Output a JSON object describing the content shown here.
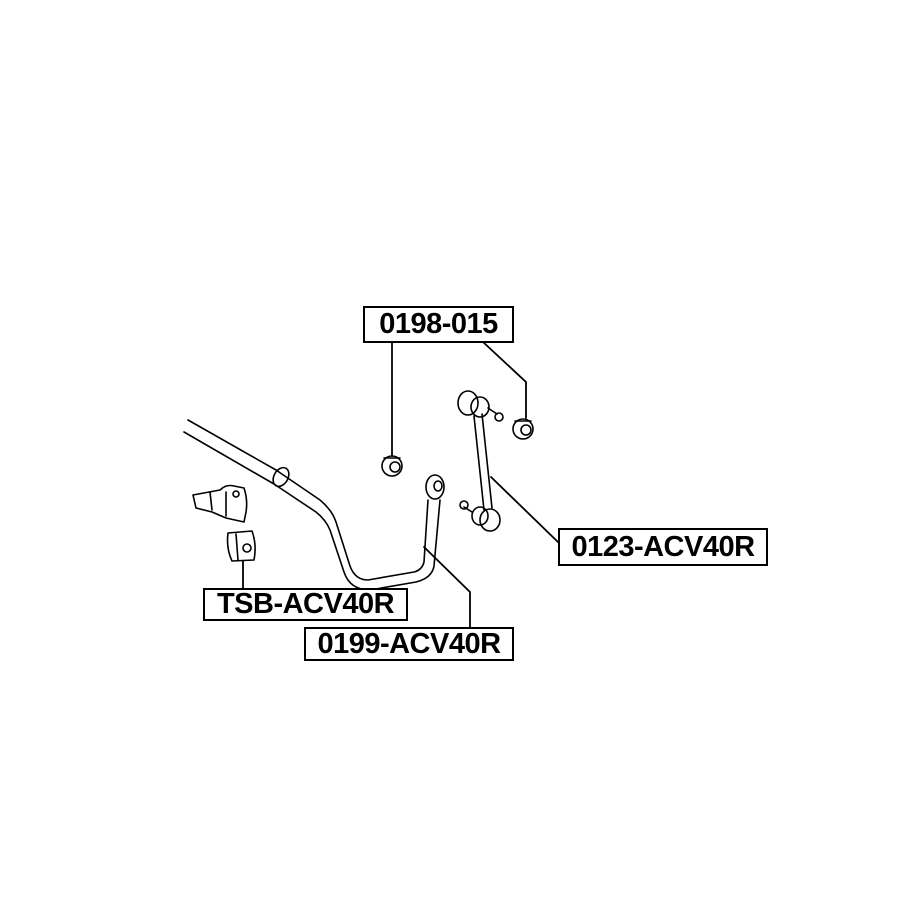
{
  "labels": {
    "nut": "0198-015",
    "stabilizer_link": "0123-ACV40R",
    "bushing": "TSB-ACV40R",
    "stabilizer_bushing": "0199-ACV40R"
  },
  "colors": {
    "line": "#000000",
    "background": "#ffffff"
  }
}
